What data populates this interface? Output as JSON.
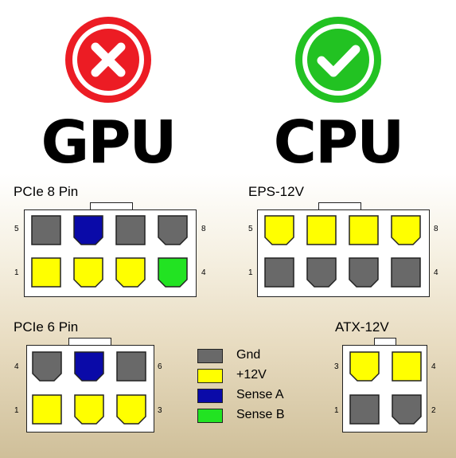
{
  "colors": {
    "gnd": "#696969",
    "v12": "#ffff00",
    "senseA": "#0a0aa8",
    "senseB": "#22e322",
    "bad": "#ec1c24",
    "good": "#22c222"
  },
  "header": {
    "gpu": {
      "label": "GPU",
      "icon": "cross-icon"
    },
    "cpu": {
      "label": "CPU",
      "icon": "check-icon"
    }
  },
  "connectors": [
    {
      "id": "pcie8",
      "title": "PCIe 8 Pin",
      "top_left_pin": "5",
      "top_right_pin": "8",
      "bottom_left_pin": "1",
      "bottom_right_pin": "4",
      "top_row": [
        {
          "type": "gnd",
          "shape": "sq"
        },
        {
          "type": "senseA",
          "shape": "cut"
        },
        {
          "type": "gnd",
          "shape": "sq"
        },
        {
          "type": "gnd",
          "shape": "cut"
        }
      ],
      "bottom_row": [
        {
          "type": "v12",
          "shape": "sq"
        },
        {
          "type": "v12",
          "shape": "cut"
        },
        {
          "type": "v12",
          "shape": "cut"
        },
        {
          "type": "senseB",
          "shape": "cut"
        }
      ]
    },
    {
      "id": "eps12",
      "title": "EPS-12V",
      "top_left_pin": "5",
      "top_right_pin": "8",
      "bottom_left_pin": "1",
      "bottom_right_pin": "4",
      "top_row": [
        {
          "type": "v12",
          "shape": "cut"
        },
        {
          "type": "v12",
          "shape": "sq"
        },
        {
          "type": "v12",
          "shape": "sq"
        },
        {
          "type": "v12",
          "shape": "cut"
        }
      ],
      "bottom_row": [
        {
          "type": "gnd",
          "shape": "sq"
        },
        {
          "type": "gnd",
          "shape": "cut"
        },
        {
          "type": "gnd",
          "shape": "cut"
        },
        {
          "type": "gnd",
          "shape": "sq"
        }
      ]
    },
    {
      "id": "pcie6",
      "title": "PCIe 6 Pin",
      "top_left_pin": "4",
      "top_right_pin": "6",
      "bottom_left_pin": "1",
      "bottom_right_pin": "3",
      "top_row": [
        {
          "type": "gnd",
          "shape": "cut"
        },
        {
          "type": "senseA",
          "shape": "cut"
        },
        {
          "type": "gnd",
          "shape": "sq"
        }
      ],
      "bottom_row": [
        {
          "type": "v12",
          "shape": "sq"
        },
        {
          "type": "v12",
          "shape": "cut"
        },
        {
          "type": "v12",
          "shape": "cut"
        }
      ]
    },
    {
      "id": "atx12",
      "title": "ATX-12V",
      "top_left_pin": "3",
      "top_right_pin": "4",
      "bottom_left_pin": "1",
      "bottom_right_pin": "2",
      "top_row": [
        {
          "type": "v12",
          "shape": "cut"
        },
        {
          "type": "v12",
          "shape": "sq"
        }
      ],
      "bottom_row": [
        {
          "type": "gnd",
          "shape": "sq"
        },
        {
          "type": "gnd",
          "shape": "cut"
        }
      ]
    }
  ],
  "legend": [
    {
      "type": "gnd",
      "label": "Gnd"
    },
    {
      "type": "v12",
      "label": "+12V"
    },
    {
      "type": "senseA",
      "label": "Sense A"
    },
    {
      "type": "senseB",
      "label": "Sense B"
    }
  ]
}
